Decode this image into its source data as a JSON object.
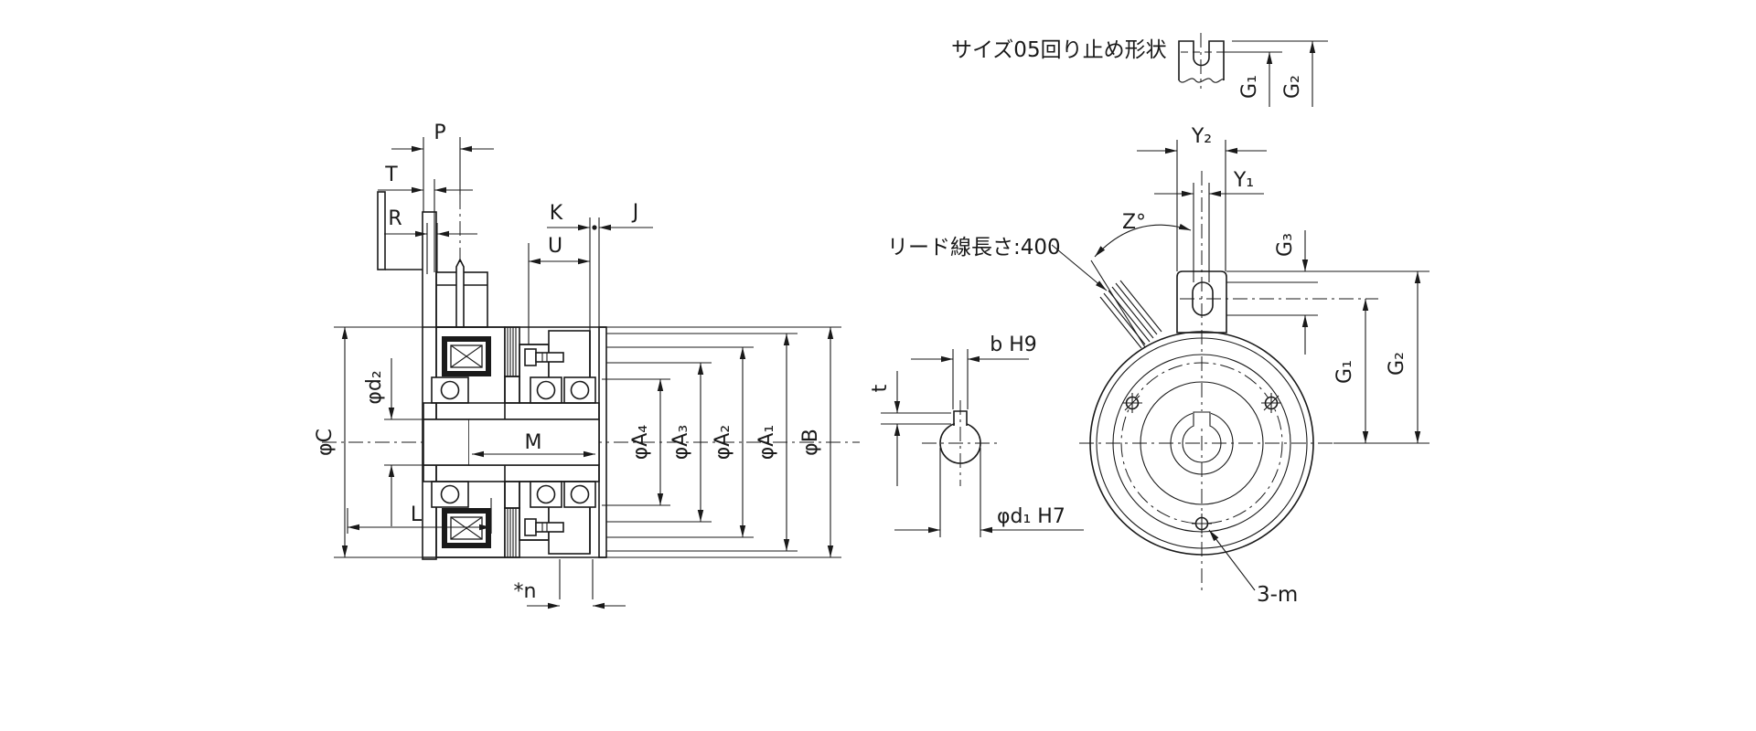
{
  "detail_note": {
    "caption": "サイズ05回り止め形状",
    "g1": "G₁",
    "g2": "G₂"
  },
  "section_view": {
    "p": "P",
    "t": "T",
    "r": "R",
    "k": "K",
    "j": "J",
    "u": "U",
    "m": "M",
    "phi_d2": "φd₂",
    "phi_c": "φC",
    "phi_a4": "φA₄",
    "phi_a3": "φA₃",
    "phi_a2": "φA₂",
    "phi_a1": "φA₁",
    "phi_b": "φB",
    "n": "*n",
    "l": "L"
  },
  "front_view": {
    "y2": "Y₂",
    "y1": "Y₁",
    "z": "Z°",
    "g3": "G₃",
    "g1": "G₁",
    "g2": "G₂",
    "lead_wire_note": "リード線長さ:400",
    "mount_holes": "3-m"
  },
  "shaft_detail": {
    "b": "b H9",
    "t": "t",
    "phi_d1": "φd₁ H7"
  },
  "colors": {
    "line": "#1a1a1a",
    "background": "#ffffff"
  }
}
